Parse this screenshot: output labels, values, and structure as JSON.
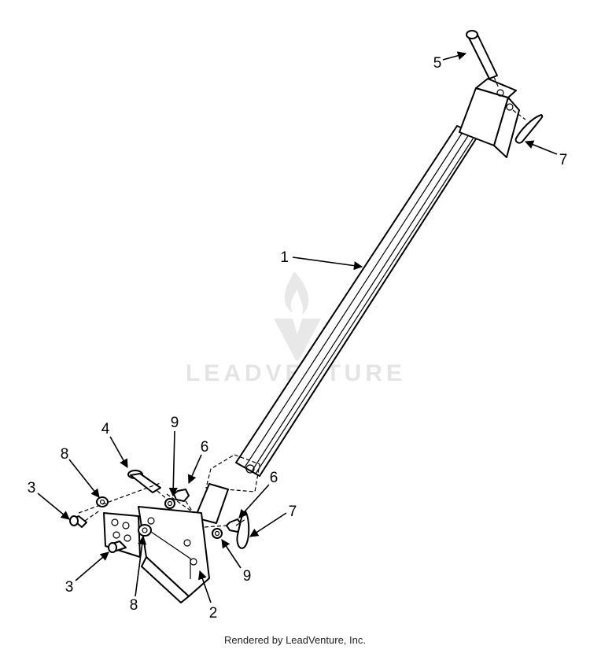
{
  "diagram": {
    "callouts": [
      {
        "id": "c1",
        "label": "1"
      },
      {
        "id": "c2",
        "label": "2"
      },
      {
        "id": "c3a",
        "label": "3"
      },
      {
        "id": "c3b",
        "label": "3"
      },
      {
        "id": "c4",
        "label": "4"
      },
      {
        "id": "c5",
        "label": "5"
      },
      {
        "id": "c6a",
        "label": "6"
      },
      {
        "id": "c6b",
        "label": "6"
      },
      {
        "id": "c7a",
        "label": "7"
      },
      {
        "id": "c7b",
        "label": "7"
      },
      {
        "id": "c8a",
        "label": "8"
      },
      {
        "id": "c8b",
        "label": "8"
      },
      {
        "id": "c9a",
        "label": "9"
      },
      {
        "id": "c9b",
        "label": "9"
      }
    ],
    "watermark": "LEADVENTURE",
    "footer": "Rendered by LeadVenture, Inc."
  }
}
